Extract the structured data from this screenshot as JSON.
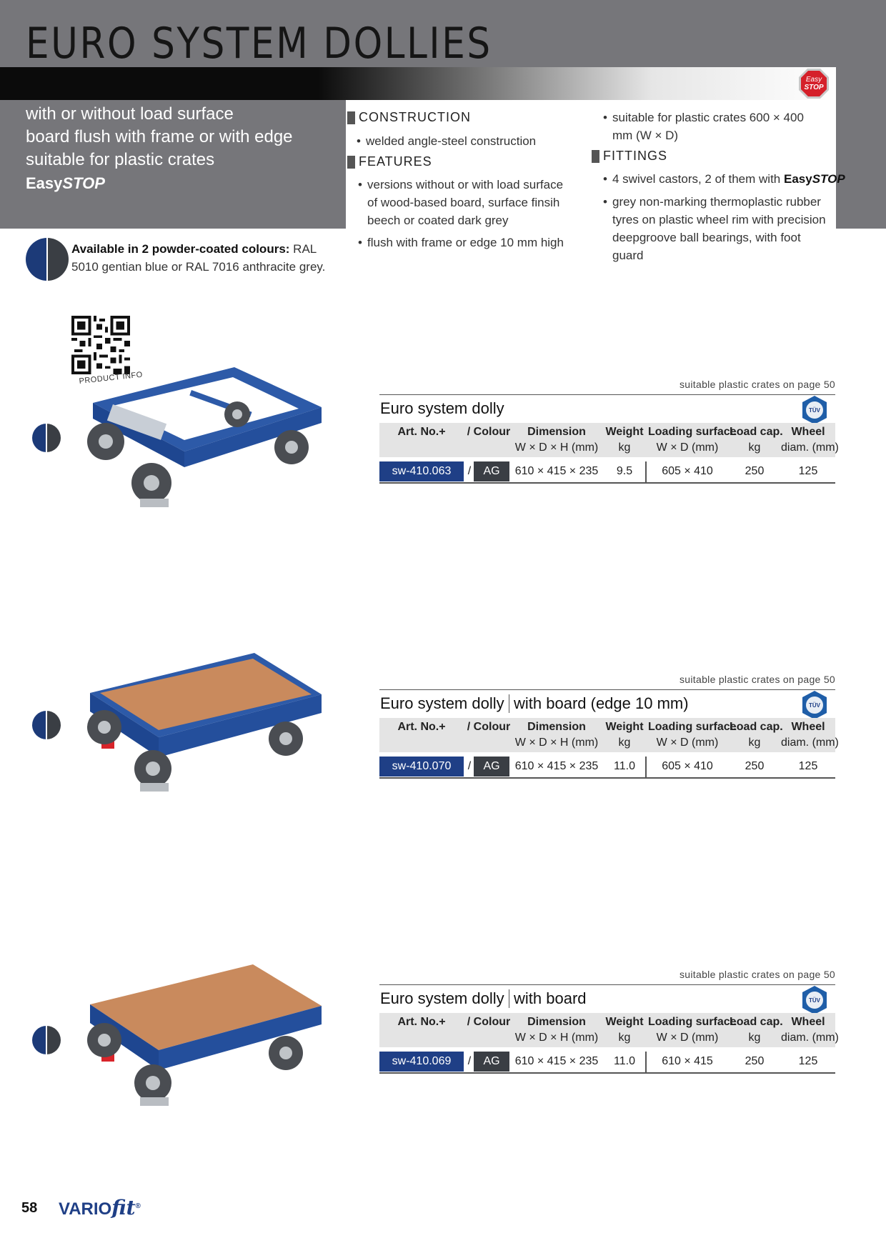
{
  "header": {
    "title": "EURO SYSTEM DOLLIES",
    "badge_line1": "Easy",
    "badge_line2": "STOP"
  },
  "intro": {
    "line1": "with or without load surface",
    "line2": "board flush with frame or with edge",
    "line3": "suitable for plastic crates",
    "brand_a": "Easy",
    "brand_b": "STOP"
  },
  "colours": {
    "bold": "Available in 2 powder-coated colours:",
    "text": " RAL 5010 gentian blue or RAL 7016 anthracite grey."
  },
  "specs": {
    "construction_heading": "CONSTRUCTION",
    "construction_1": "welded angle-steel construction",
    "features_heading": "FEATURES",
    "features_1": "versions without or with load surface of wood-based board, surface finsih beech or coated dark grey",
    "features_2": "flush with frame or edge 10 mm high",
    "crates_1": "suitable for plastic crates 600 × 400 mm (W × D)",
    "fittings_heading": "FITTINGS",
    "fittings_1_text": "4 swivel castors, 2 of them with ",
    "fittings_1_brand_a": "Easy",
    "fittings_1_brand_b": "STOP",
    "fittings_2": "grey non-marking thermoplastic rubber tyres on plastic wheel rim with precision deepgroove ball bearings, with foot guard"
  },
  "qr_label": "PRODUCT INFO",
  "table_headers": {
    "art_no": "Art. No.+",
    "colour": "/ Colour",
    "dimension": "Dimension",
    "dimension_unit": "W × D × H (mm)",
    "weight": "Weight",
    "weight_unit": "kg",
    "loading": "Loading surface",
    "loading_unit": "W × D (mm)",
    "loadcap": "Load cap.",
    "loadcap_unit": "kg",
    "wheel": "Wheel",
    "wheel_unit": "diam. (mm)"
  },
  "products": [
    {
      "note": "suitable plastic crates on page 50",
      "title": "Euro system dolly",
      "subtitle": "",
      "tuv": "TÜV",
      "art_no": "sw-410.063",
      "slash": "/",
      "colour": "AG",
      "dimension": "610 × 415 × 235",
      "weight": "9.5",
      "loading": "605 × 410",
      "loadcap": "250",
      "wheel": "125"
    },
    {
      "note": "suitable plastic crates on page 50",
      "title": "Euro system dolly",
      "subtitle": "with board (edge 10 mm)",
      "tuv": "TÜV",
      "art_no": "sw-410.070",
      "slash": "/",
      "colour": "AG",
      "dimension": "610 × 415 × 235",
      "weight": "11.0",
      "loading": "605 × 410",
      "loadcap": "250",
      "wheel": "125"
    },
    {
      "note": "suitable plastic crates on page 50",
      "title": "Euro system dolly",
      "subtitle": "with board",
      "tuv": "TÜV",
      "art_no": "sw-410.069",
      "slash": "/",
      "colour": "AG",
      "dimension": "610 × 415 × 235",
      "weight": "11.0",
      "loading": "610 × 415",
      "loadcap": "250",
      "wheel": "125"
    }
  ],
  "footer": {
    "page_number": "58",
    "brand_a": "VARIO",
    "brand_b": "fit",
    "brand_mark": "®"
  },
  "colors": {
    "header_grey": "#76767a",
    "gentian_blue": "#1c3a78",
    "anthracite_grey": "#3a3e44",
    "article_blue": "#1f3f86",
    "board_beech": "#c98a5d"
  }
}
